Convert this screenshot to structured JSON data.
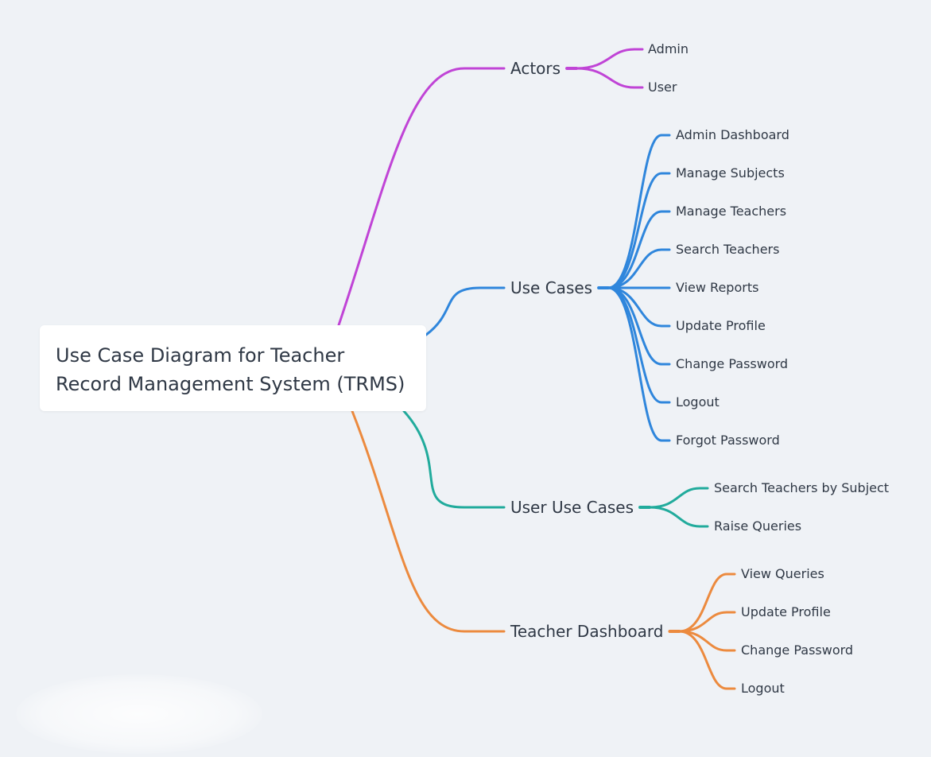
{
  "root": {
    "title": "Use Case Diagram for Teacher Record Management System (TRMS)"
  },
  "branches": [
    {
      "label": "Actors",
      "color": "#c044d6",
      "children": [
        "Admin",
        "User"
      ]
    },
    {
      "label": "Use Cases",
      "color": "#2f86dc",
      "children": [
        "Admin Dashboard",
        "Manage Subjects",
        "Manage Teachers",
        "Search Teachers",
        "View Reports",
        "Update Profile",
        "Change Password",
        "Logout",
        "Forgot Password"
      ]
    },
    {
      "label": "User Use Cases",
      "color": "#21ab9c",
      "children": [
        "Search Teachers by Subject",
        "Raise Queries"
      ]
    },
    {
      "label": "Teacher Dashboard",
      "color": "#ec8a3e",
      "children": [
        "View Queries",
        "Update Profile",
        "Change Password",
        "Logout"
      ]
    }
  ]
}
